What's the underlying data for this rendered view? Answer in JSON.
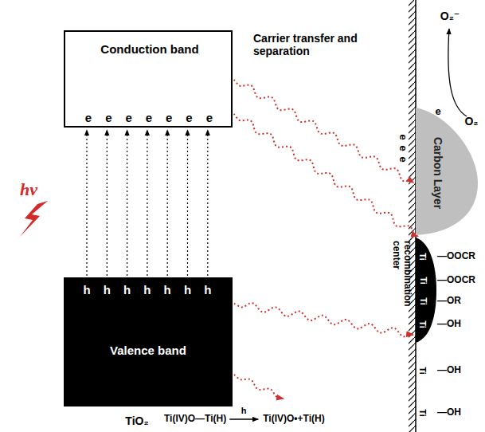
{
  "diagram": {
    "nodes": [
      {
        "text": [
          "Conduction band",
          "e",
          "e",
          "e",
          "e",
          "e",
          "e",
          "e"
        ]
      },
      {
        "text": [
          "h",
          "h",
          "h",
          "h",
          "h",
          "h",
          "h",
          "Valence band"
        ]
      },
      {
        "text": [
          "Carbon Layer"
        ]
      },
      {
        "text": [
          "recombination center",
          "Ti",
          "Ti",
          "Ti",
          "Ti"
        ]
      }
    ],
    "edges": [
      {
        "from": 1,
        "to": 0,
        "arrow": "to"
      },
      {
        "from": 1,
        "to": 0,
        "arrow": "to"
      },
      {
        "from": 1,
        "to": 0,
        "arrow": "to"
      },
      {
        "from": 1,
        "to": 0,
        "arrow": "to"
      },
      {
        "from": 1,
        "to": 0,
        "arrow": "to"
      },
      {
        "from": 1,
        "to": 0,
        "arrow": "to"
      },
      {
        "from": 1,
        "to": 0,
        "arrow": "to"
      },
      {
        "from": 0,
        "to": 2,
        "arrow": "to"
      },
      {
        "from": 0,
        "to": 3,
        "arrow": "to"
      },
      {
        "from": 1,
        "to": 3,
        "arrow": "to"
      }
    ],
    "labels": [
      "O₂⁻",
      "Carrier transfer and separation",
      "e",
      "O₂",
      "e",
      "e",
      "e",
      "hν",
      "—OOCR",
      "—OOCR",
      "—OR",
      "—OH",
      "Ti",
      "—OH",
      "Ti",
      "—OH",
      "TiO₂",
      "Ti(IV)O—Ti(H)",
      "h",
      "Ti(IV)O•+Ti(H)"
    ]
  }
}
